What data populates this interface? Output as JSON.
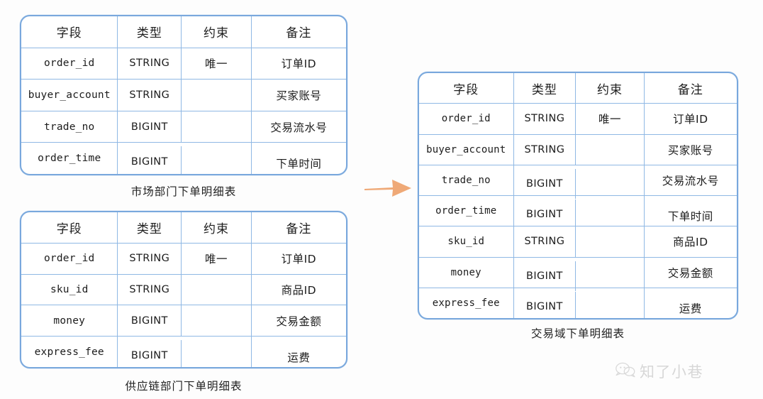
{
  "diagram": {
    "background_color": "#fdfdfd",
    "table_border_color": "#79a8dd",
    "grid_line_color": "#8fb8e4",
    "arrow_color": "#efa977"
  },
  "columns": {
    "field": "字段",
    "type": "类型",
    "constraint": "约束",
    "note": "备注"
  },
  "tables": [
    {
      "id": "market-order-detail",
      "caption": "市场部门下单明细表",
      "headers": [
        "字段",
        "类型",
        "约束",
        "备注"
      ],
      "rows": [
        {
          "field": "order_id",
          "type": "STRING",
          "constraint": "唯一",
          "note": "订单ID"
        },
        {
          "field": "buyer_account",
          "type": "STRING",
          "constraint": "",
          "note": "买家账号"
        },
        {
          "field": "trade_no",
          "type": "BIGINT",
          "constraint": "",
          "note": "交易流水号"
        },
        {
          "field": "order_time",
          "type": "BIGINT",
          "constraint": "",
          "note": "下单时间"
        }
      ]
    },
    {
      "id": "supply-chain-order-detail",
      "caption": "供应链部门下单明细表",
      "headers": [
        "字段",
        "类型",
        "约束",
        "备注"
      ],
      "rows": [
        {
          "field": "order_id",
          "type": "STRING",
          "constraint": "唯一",
          "note": "订单ID"
        },
        {
          "field": "sku_id",
          "type": "STRING",
          "constraint": "",
          "note": "商品ID"
        },
        {
          "field": "money",
          "type": "BIGINT",
          "constraint": "",
          "note": "交易金额"
        },
        {
          "field": "express_fee",
          "type": "BIGINT",
          "constraint": "",
          "note": "运费"
        }
      ]
    },
    {
      "id": "trade-domain-order-detail",
      "caption": "交易域下单明细表",
      "headers": [
        "字段",
        "类型",
        "约束",
        "备注"
      ],
      "rows": [
        {
          "field": "order_id",
          "type": "STRING",
          "constraint": "唯一",
          "note": "订单ID"
        },
        {
          "field": "buyer_account",
          "type": "STRING",
          "constraint": "",
          "note": "买家账号"
        },
        {
          "field": "trade_no",
          "type": "BIGINT",
          "constraint": "",
          "note": "交易流水号"
        },
        {
          "field": "order_time",
          "type": "BIGINT",
          "constraint": "",
          "note": "下单时间"
        },
        {
          "field": "sku_id",
          "type": "STRING",
          "constraint": "",
          "note": "商品ID"
        },
        {
          "field": "money",
          "type": "BIGINT",
          "constraint": "",
          "note": "交易金额"
        },
        {
          "field": "express_fee",
          "type": "BIGINT",
          "constraint": "",
          "note": "运费"
        }
      ]
    }
  ],
  "arrow": {
    "icon": "right-arrow-icon",
    "color": "#efa977"
  },
  "watermark": {
    "icon": "wechat-logo-icon",
    "text": "知了小巷"
  }
}
